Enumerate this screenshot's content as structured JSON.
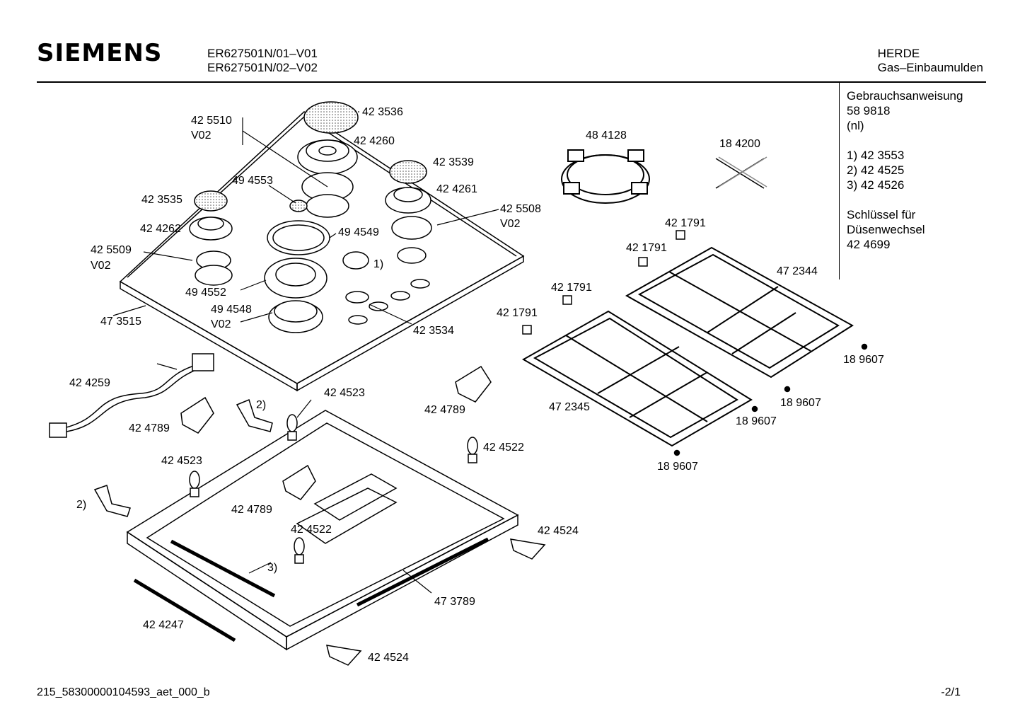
{
  "header": {
    "brand": "SIEMENS",
    "models": [
      "ER627501N/01–V01",
      "ER627501N/02–V02"
    ],
    "category": [
      "HERDE",
      "Gas–Einbaumulden"
    ]
  },
  "side_info": {
    "lines": [
      "Gebrauchsanweisung",
      "58 9818",
      "(nl)",
      "",
      "1) 42 3553",
      "2) 42 4525",
      "3) 42 4526",
      "",
      "Schlüssel für",
      "Düsenwechsel",
      "42 4699"
    ]
  },
  "parts": [
    {
      "id": "p1",
      "text": "42 5510"
    },
    {
      "id": "p2",
      "text": "V02"
    },
    {
      "id": "p3",
      "text": "42 3536"
    },
    {
      "id": "p4",
      "text": "42 4260"
    },
    {
      "id": "p5",
      "text": "42 3539"
    },
    {
      "id": "p6",
      "text": "42 4261"
    },
    {
      "id": "p7",
      "text": "49 4553"
    },
    {
      "id": "p8",
      "text": "42 3535"
    },
    {
      "id": "p9",
      "text": "42 4262"
    },
    {
      "id": "p10",
      "text": "42 5508"
    },
    {
      "id": "p11",
      "text": "V02"
    },
    {
      "id": "p12",
      "text": "49 4549"
    },
    {
      "id": "p13",
      "text": "42 5509"
    },
    {
      "id": "p14",
      "text": "V02"
    },
    {
      "id": "p15",
      "text": "1)"
    },
    {
      "id": "p16",
      "text": "49 4552"
    },
    {
      "id": "p17",
      "text": "49 4548"
    },
    {
      "id": "p18",
      "text": "V02"
    },
    {
      "id": "p19",
      "text": "47 3515"
    },
    {
      "id": "p20",
      "text": "42 3534"
    },
    {
      "id": "p21",
      "text": "48 4128"
    },
    {
      "id": "p22",
      "text": "18 4200"
    },
    {
      "id": "p23",
      "text": "42 1791"
    },
    {
      "id": "p24",
      "text": "42 1791"
    },
    {
      "id": "p25",
      "text": "47 2344"
    },
    {
      "id": "p26",
      "text": "42 1791"
    },
    {
      "id": "p27",
      "text": "42 1791"
    },
    {
      "id": "p28",
      "text": "18 9607"
    },
    {
      "id": "p29",
      "text": "18 9607"
    },
    {
      "id": "p30",
      "text": "18 9607"
    },
    {
      "id": "p31",
      "text": "18 9607"
    },
    {
      "id": "p32",
      "text": "47 2345"
    },
    {
      "id": "p33",
      "text": "42 4259"
    },
    {
      "id": "p34",
      "text": "42 4523"
    },
    {
      "id": "p35",
      "text": "2)"
    },
    {
      "id": "p36",
      "text": "42 4789"
    },
    {
      "id": "p37",
      "text": "42 4789"
    },
    {
      "id": "p38",
      "text": "42 4522"
    },
    {
      "id": "p39",
      "text": "42 4523"
    },
    {
      "id": "p40",
      "text": "2)"
    },
    {
      "id": "p41",
      "text": "42 4789"
    },
    {
      "id": "p42",
      "text": "42 4522"
    },
    {
      "id": "p43",
      "text": "42 4524"
    },
    {
      "id": "p44",
      "text": "3)"
    },
    {
      "id": "p45",
      "text": "47 3789"
    },
    {
      "id": "p46",
      "text": "42 4247"
    },
    {
      "id": "p47",
      "text": "42 4524"
    }
  ],
  "footer": {
    "doc_id": "215_58300000104593_aet_000_b",
    "page": "-2/1"
  }
}
